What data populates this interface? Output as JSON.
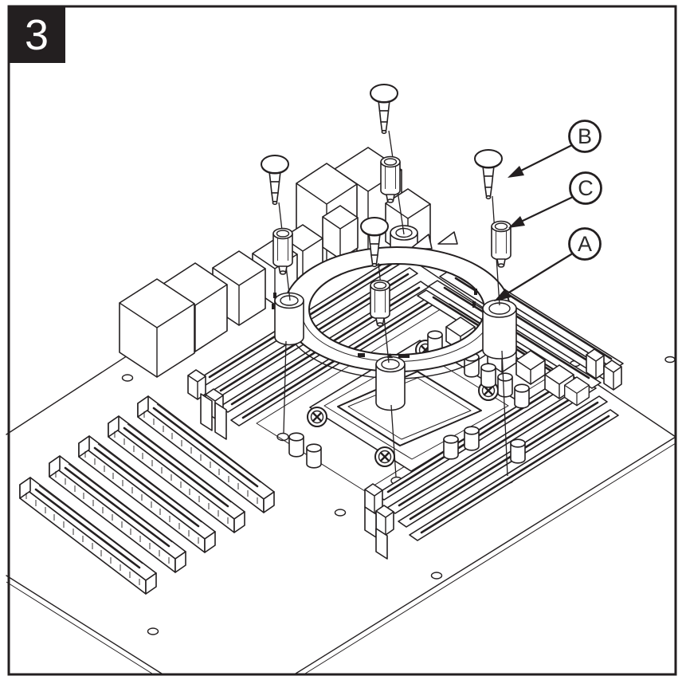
{
  "step_number": "3",
  "callouts": [
    {
      "letter": "B"
    },
    {
      "letter": "C"
    },
    {
      "letter": "A"
    }
  ],
  "colors": {
    "line": "#231f20",
    "background": "#ffffff",
    "step_box_bg": "#231f20",
    "step_box_fg": "#ffffff"
  }
}
